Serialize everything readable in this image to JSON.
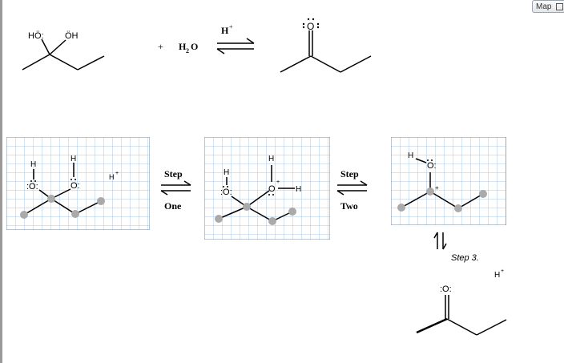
{
  "map_button": {
    "label": "Map"
  },
  "overall": {
    "plus": "+",
    "water": {
      "H": "H",
      "sub": "2",
      "O": "O"
    },
    "catalyst": {
      "H": "H",
      "charge": "+"
    },
    "reactant": {
      "HO_left": "HÖ:",
      "OH_right": "ÖH"
    },
    "product": {
      "O": "O"
    }
  },
  "box1": {
    "H1": "H",
    "H2": "H",
    "O1": ":O:",
    "O2": "O:",
    "Hplus": "H",
    "plus": "+"
  },
  "step_one": {
    "top": "Step",
    "bottom": "One"
  },
  "box2": {
    "H1": "H",
    "H2": "H",
    "H3": "H",
    "O1": ":O:",
    "O2": "O",
    "plus": "+"
  },
  "step_two": {
    "top": "Step",
    "bottom": "Two"
  },
  "box3": {
    "H": "H",
    "O": "O:",
    "plus": "+"
  },
  "step_three": {
    "label": "Step 3."
  },
  "final": {
    "Hplus": "H",
    "plus": "+",
    "O": ":O:"
  }
}
